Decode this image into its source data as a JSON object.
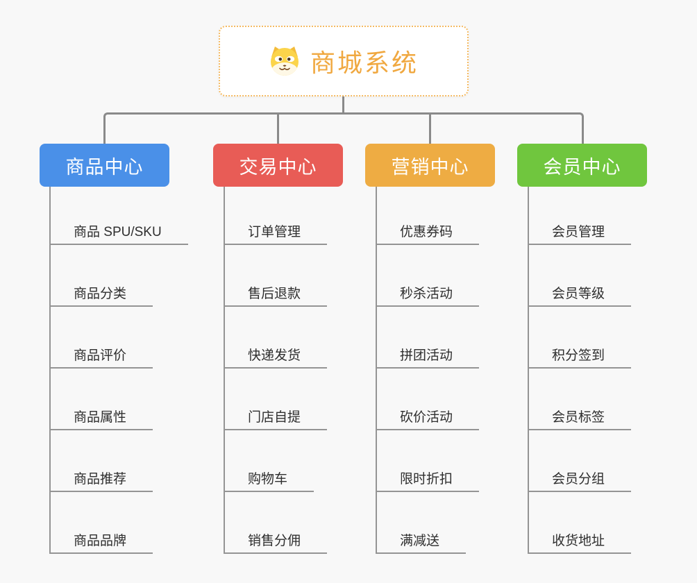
{
  "page": {
    "background_color": "#f8f8f8",
    "connector_color": "#8a8a8a",
    "leaf_line_color": "#949494",
    "leaf_text_color": "#2e2e2e"
  },
  "root": {
    "title": "商城系统",
    "icon": "dog-face-icon",
    "title_color": "#f0a840",
    "border_color": "#f5ba62",
    "background": "#ffffff"
  },
  "branches": [
    {
      "label": "商品中心",
      "color": "#4a90e8",
      "children": [
        "商品 SPU/SKU",
        "商品分类",
        "商品评价",
        "商品属性",
        "商品推荐",
        "商品品牌"
      ]
    },
    {
      "label": "交易中心",
      "color": "#e85c56",
      "children": [
        "订单管理",
        "售后退款",
        "快递发货",
        "门店自提",
        "购物车",
        "销售分佣"
      ]
    },
    {
      "label": "营销中心",
      "color": "#eeac43",
      "children": [
        "优惠券码",
        "秒杀活动",
        "拼团活动",
        "砍价活动",
        "限时折扣",
        "满减送"
      ]
    },
    {
      "label": "会员中心",
      "color": "#70c63e",
      "children": [
        "会员管理",
        "会员等级",
        "积分签到",
        "会员标签",
        "会员分组",
        "收货地址"
      ]
    }
  ]
}
